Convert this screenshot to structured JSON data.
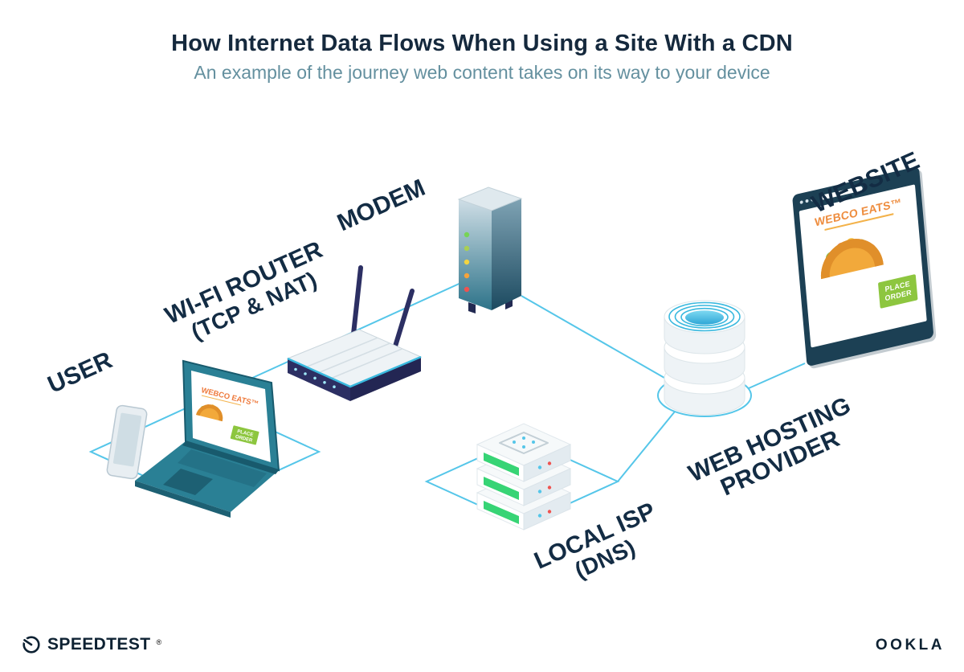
{
  "header": {
    "title": "How Internet Data Flows When Using a Site With a CDN",
    "subtitle": "An example of the journey web content takes on its way to your device"
  },
  "nodes": {
    "user": {
      "label": "USER"
    },
    "wifi_router": {
      "label_line1": "WI-FI ROUTER",
      "label_line2": "(TCP & NAT)"
    },
    "modem": {
      "label": "MODEM"
    },
    "local_isp": {
      "label_line1": "LOCAL ISP",
      "label_line2": "(DNS)"
    },
    "web_hosting": {
      "label_line1": "WEB HOSTING",
      "label_line2": "PROVIDER"
    },
    "website": {
      "label": "WEBSITE"
    }
  },
  "screens": {
    "laptop": {
      "brand": "WEBCO EATS™"
    },
    "browser": {
      "brand": "WEBCO EATS™"
    }
  },
  "order_button": {
    "line1": "PLACE",
    "line2": "ORDER"
  },
  "footer": {
    "speedtest": "SPEEDTEST",
    "speedtest_mark": "®",
    "ookla": "OOKLA"
  },
  "colors": {
    "line_cyan": "#55c6e9",
    "label_navy": "#132c44",
    "brand_orange": "#ee8d3f",
    "button_green": "#8dc63f",
    "device_teal": "#2a8095",
    "router_navy": "#2c2f63"
  }
}
